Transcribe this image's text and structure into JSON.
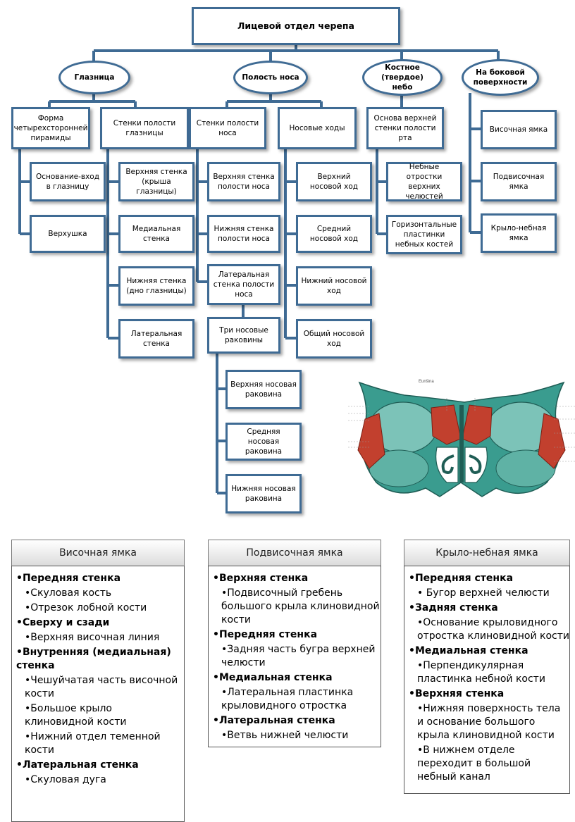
{
  "root": "Лицевой отдел черепа",
  "categories": {
    "orbit": "Глазница",
    "nasal": "Полость носа",
    "palate": "Костное (твердое) небо",
    "lateral": "На боковой поверхности"
  },
  "orbit": {
    "form": "Форма четырехсторонней пирамиды",
    "base": "Основание-вход в глазницу",
    "apex": "Верхушка",
    "walls": "Стенки полости глазницы",
    "upper": "Верхняя стенка (крыша глазницы)",
    "medial": "Медиальная стенка",
    "lower": "Нижняя стенка (дно глазницы)",
    "lateral": "Латеральная стенка"
  },
  "nasal": {
    "walls": "Стенки полости носа",
    "upper": "Верхняя стенка полости носа",
    "lower": "Нижняя стенка полости носа",
    "lateral": "Латеральная стенка полости носа",
    "conchae": "Три носовые раковины",
    "concha_upper": "Верхняя носовая раковина",
    "concha_middle": "Средняя носовая раковина",
    "concha_lower": "Нижняя носовая раковина",
    "passages": "Носовые ходы",
    "pass_upper": "Верхний носовой ход",
    "pass_middle": "Средний носовой ход",
    "pass_lower": "Нижний носовой ход",
    "pass_common": "Общий носовой ход"
  },
  "palate": {
    "base": "Основа верхней стенки полости рта",
    "processes": "Небные отростки верхних челюстей",
    "plates": "Горизонтальные пластинки небных костей"
  },
  "lateral": {
    "temporal": "Височная ямка",
    "infratemporal": "Подвисочная ямка",
    "pterygo": "Крыло-небная ямка"
  },
  "image": {
    "caption": "Eunšina"
  },
  "panels": [
    {
      "title": "Височная ямка",
      "items": [
        {
          "t": "b",
          "text": "•Передняя стенка"
        },
        {
          "t": "s",
          "text": "•Скуловая кость"
        },
        {
          "t": "s",
          "text": "•Отрезок лобной кости"
        },
        {
          "t": "b",
          "text": "•Сверху и сзади"
        },
        {
          "t": "s",
          "text": "•Верхняя височная линия"
        },
        {
          "t": "b",
          "text": "•Внутренняя (медиальная) стенка"
        },
        {
          "t": "s",
          "text": "•Чешуйчатая часть височной кости"
        },
        {
          "t": "s",
          "text": "•Большое крыло клиновидной кости"
        },
        {
          "t": "s",
          "text": "•Нижний отдел теменной кости"
        },
        {
          "t": "b",
          "text": "•Латеральная стенка"
        },
        {
          "t": "s",
          "text": "•Скуловая дуга"
        }
      ]
    },
    {
      "title": "Подвисочная ямка",
      "items": [
        {
          "t": "b",
          "text": "•Верхняя стенка"
        },
        {
          "t": "s",
          "text": "•Подвисочный гребень большого крыла клиновидной кости"
        },
        {
          "t": "b",
          "text": "•Передняя стенка"
        },
        {
          "t": "s",
          "text": "•Задняя часть бугра верхней челюсти"
        },
        {
          "t": "b",
          "text": "•Медиальная стенка"
        },
        {
          "t": "s",
          "text": "•Латеральная пластинка крыловидного отростка"
        },
        {
          "t": "b",
          "text": "•Латеральная стенка"
        },
        {
          "t": "s",
          "text": "•Ветвь нижней челюсти"
        }
      ]
    },
    {
      "title": "Крыло-небная ямка",
      "items": [
        {
          "t": "b",
          "text": "•Передняя стенка"
        },
        {
          "t": "s",
          "text": "• Бугор верхней челюсти"
        },
        {
          "t": "b",
          "text": "•Задняя стенка"
        },
        {
          "t": "s",
          "text": "•Основание крыловидного отростка клиновидной кости"
        },
        {
          "t": "b",
          "text": "•Медиальная стенка"
        },
        {
          "t": "s",
          "text": "•Перпендикулярная пластинка небной кости"
        },
        {
          "t": "b",
          "text": "•Верхняя стенка"
        },
        {
          "t": "s",
          "text": "•Нижняя поверхность тела и основание большого крыла клиновидной кости"
        },
        {
          "t": "s",
          "text": "•В нижнем отделе переходит в большой небный канал"
        }
      ]
    }
  ],
  "colors": {
    "line": "#3f6b94",
    "bone": "#3a9c8f",
    "bone_light": "#7cc3b8",
    "red": "#c2402e"
  }
}
